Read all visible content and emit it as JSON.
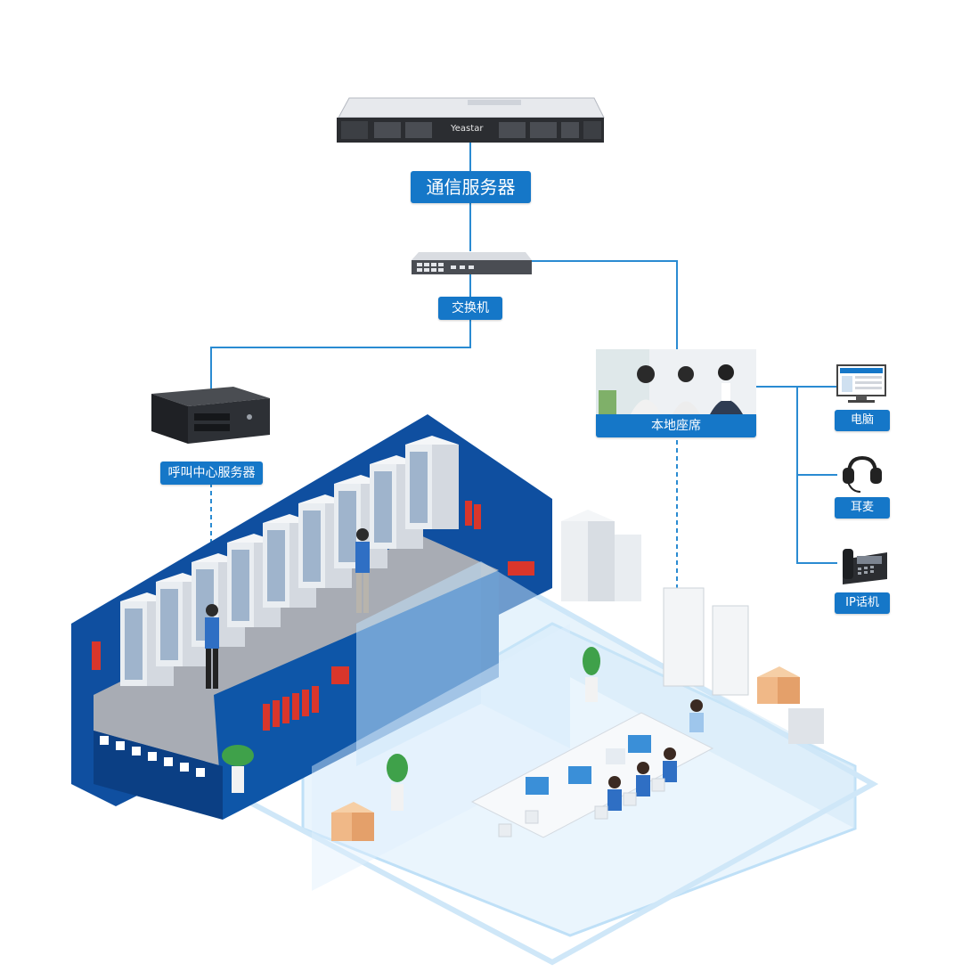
{
  "brand": "Yeastar",
  "labels": {
    "comm_server": "通信服务器",
    "switch": "交换机",
    "call_center_server": "呼叫中心服务器",
    "local_seats": "本地座席",
    "computer": "电脑",
    "headset": "耳麦",
    "ip_phone": "IP话机"
  },
  "colors": {
    "label_bg": "#1577c8",
    "line": "#2a8bd2",
    "wall": "#0f4fa0",
    "floor": "#a8acb4",
    "glass": "#bfe0f7"
  },
  "icons": {
    "rack_server": "rack-server-icon",
    "network_switch": "network-switch-icon",
    "tower_server": "tower-server-icon",
    "agents_photo": "agents-photo",
    "computer": "computer-icon",
    "headset": "headset-icon",
    "ip_phone": "ip-phone-icon"
  }
}
